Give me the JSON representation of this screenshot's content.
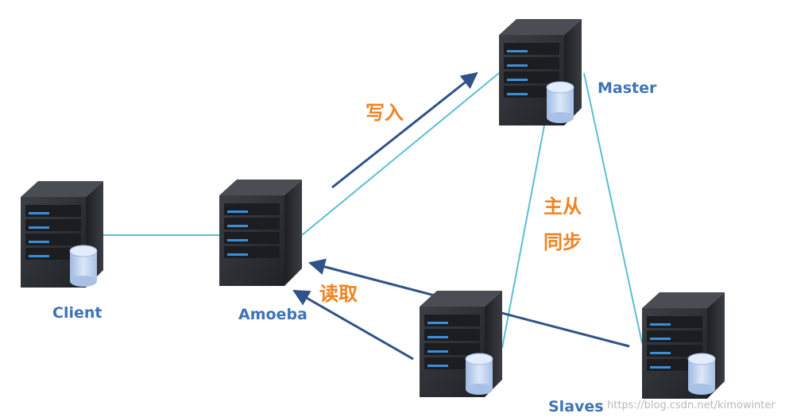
{
  "colors": {
    "node_label": "#3e74b6",
    "edge_label": "#f0821f",
    "link": "#5bbfd0",
    "arrow": "#2f5388",
    "server_body": "#2c2f33",
    "server_light": "#3d8ed8",
    "database": "#c6d8f3"
  },
  "nodes": {
    "client": "Client",
    "amoeba": "Amoeba",
    "master": "Master",
    "slaves": "Slaves"
  },
  "edges": {
    "write": "写入",
    "read": "读取",
    "sync_line1": "主从",
    "sync_line2": "同步"
  },
  "watermark": "https://blog.csdn.net/kimowinter"
}
